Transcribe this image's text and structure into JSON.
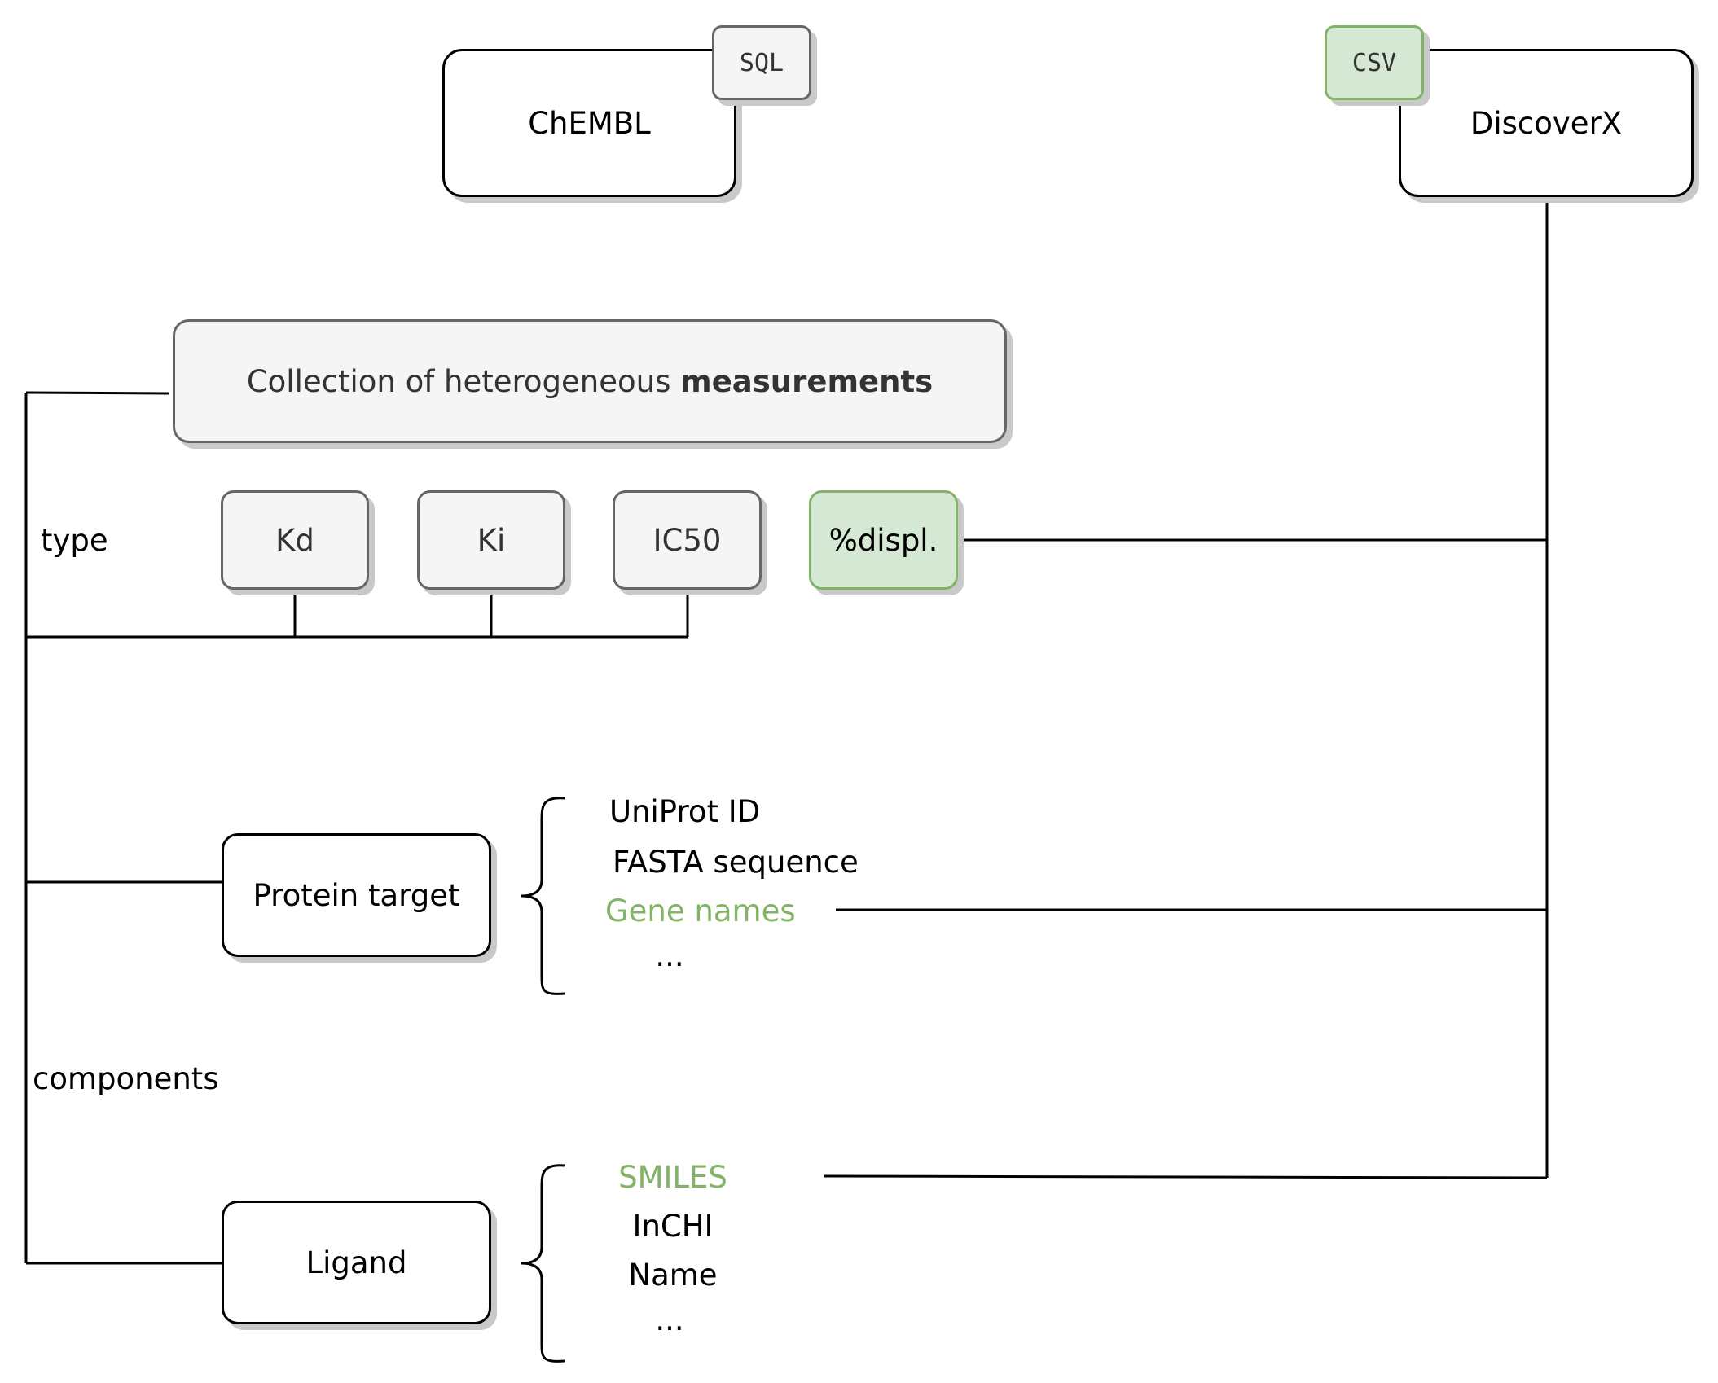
{
  "sources": {
    "chembl": {
      "label": "ChEMBL",
      "format": "SQL"
    },
    "discoverx": {
      "label": "DiscoverX",
      "format": "CSV"
    }
  },
  "collection": {
    "text_before": "Collection of heterogeneous ",
    "text_bold": "measurements"
  },
  "labels": {
    "type": "type",
    "components": "components"
  },
  "measurement_types": [
    "Kd",
    "Ki",
    "IC50",
    "%displ."
  ],
  "components": {
    "protein": {
      "label": "Protein target",
      "fields": [
        "UniProt ID",
        "FASTA sequence",
        "Gene names",
        "..."
      ]
    },
    "ligand": {
      "label": "Ligand",
      "fields": [
        "SMILES",
        "InCHI",
        "Name",
        "..."
      ]
    }
  },
  "colors": {
    "line": "#000000",
    "box_gray_fill": "#f5f5f5",
    "box_gray_border": "#666666",
    "green_fill": "#d5e8d4",
    "green_border": "#82b366",
    "green_text": "#82b366",
    "shadow": "#c9c9c9"
  }
}
